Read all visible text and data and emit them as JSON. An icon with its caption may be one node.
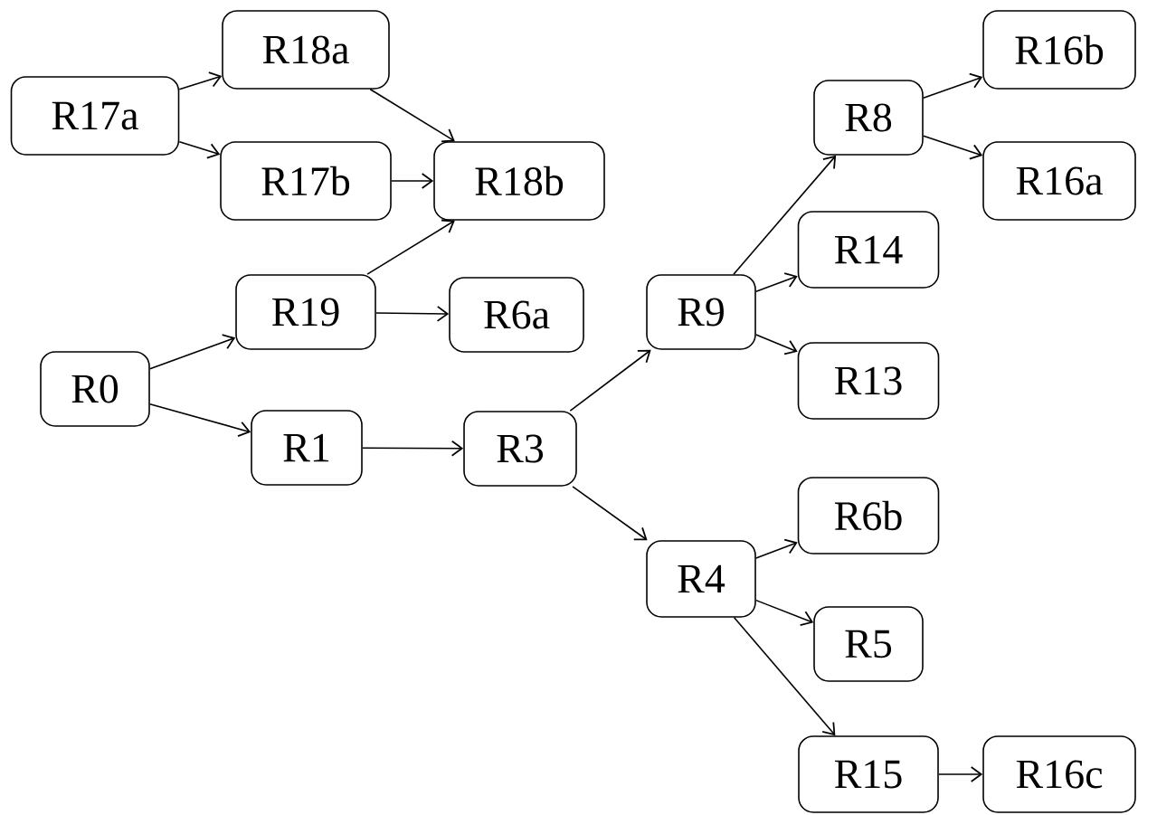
{
  "diagram": {
    "nodes": [
      {
        "text": [
          "R17a"
        ]
      },
      {
        "text": [
          "R18a"
        ]
      },
      {
        "text": [
          "R17b"
        ]
      },
      {
        "text": [
          "R18b"
        ]
      },
      {
        "text": [
          "R19"
        ]
      },
      {
        "text": [
          "R6a"
        ]
      },
      {
        "text": [
          "R0"
        ]
      },
      {
        "text": [
          "R1"
        ]
      },
      {
        "text": [
          "R3"
        ]
      },
      {
        "text": [
          "R9"
        ]
      },
      {
        "text": [
          "R8"
        ]
      },
      {
        "text": [
          "R16b"
        ]
      },
      {
        "text": [
          "R16a"
        ]
      },
      {
        "text": [
          "R14"
        ]
      },
      {
        "text": [
          "R13"
        ]
      },
      {
        "text": [
          "R4"
        ]
      },
      {
        "text": [
          "R6b"
        ]
      },
      {
        "text": [
          "R5"
        ]
      },
      {
        "text": [
          "R15"
        ]
      },
      {
        "text": [
          "R16c"
        ]
      }
    ],
    "edges": [
      {
        "from": 0,
        "to": 1,
        "arrow": "to"
      },
      {
        "from": 0,
        "to": 2,
        "arrow": "to"
      },
      {
        "from": 1,
        "to": 3,
        "arrow": "to"
      },
      {
        "from": 2,
        "to": 3,
        "arrow": "to"
      },
      {
        "from": 4,
        "to": 3,
        "arrow": "to"
      },
      {
        "from": 4,
        "to": 5,
        "arrow": "to"
      },
      {
        "from": 6,
        "to": 4,
        "arrow": "to"
      },
      {
        "from": 6,
        "to": 7,
        "arrow": "to"
      },
      {
        "from": 7,
        "to": 8,
        "arrow": "to"
      },
      {
        "from": 8,
        "to": 9,
        "arrow": "to"
      },
      {
        "from": 8,
        "to": 15,
        "arrow": "to"
      },
      {
        "from": 9,
        "to": 10,
        "arrow": "to"
      },
      {
        "from": 9,
        "to": 13,
        "arrow": "to"
      },
      {
        "from": 9,
        "to": 14,
        "arrow": "to"
      },
      {
        "from": 10,
        "to": 11,
        "arrow": "to"
      },
      {
        "from": 10,
        "to": 12,
        "arrow": "to"
      },
      {
        "from": 15,
        "to": 16,
        "arrow": "to"
      },
      {
        "from": 15,
        "to": 17,
        "arrow": "to"
      },
      {
        "from": 15,
        "to": 18,
        "arrow": "to"
      },
      {
        "from": 18,
        "to": 19,
        "arrow": "to"
      }
    ]
  }
}
